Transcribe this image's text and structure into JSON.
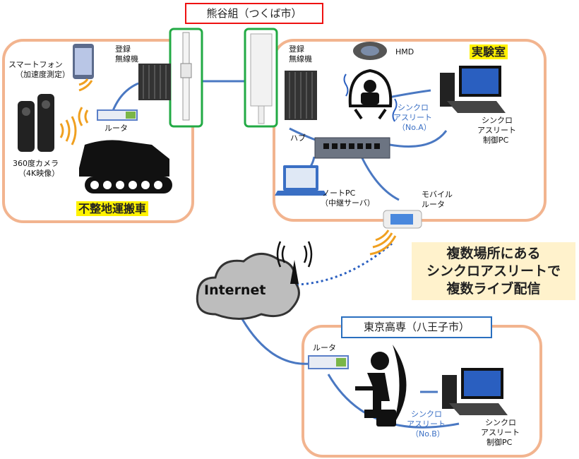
{
  "title": "熊谷組（つくば市）",
  "site_tokyo": "東京高専（八王子市）",
  "left_site": {
    "vehicle_label": "不整地運搬車",
    "smartphone": [
      "スマートフォン",
      "（加速度測定）"
    ],
    "camera": [
      "360度カメラ",
      "（4K映像）"
    ],
    "router": "ルータ",
    "radio": [
      "登録",
      "無線機"
    ]
  },
  "lab": {
    "label": "実験室",
    "radio": [
      "登録",
      "無線機"
    ],
    "hmd": "HMD",
    "athlete_a": [
      "シンクロ",
      "アスリート",
      "（No.A）"
    ],
    "control_pc": [
      "シンクロ",
      "アスリート",
      "制御PC"
    ],
    "hub": "ハブ",
    "note_pc": [
      "ノートPC",
      "（中継サーバ）"
    ],
    "mobile_router": [
      "モバイル",
      "ルータ"
    ]
  },
  "internet": "Internet",
  "callout": [
    "複数場所にある",
    "シンクロアスリートで",
    "複数ライブ配信"
  ],
  "tokyo": {
    "router": "ルータ",
    "athlete_b": [
      "シンクロ",
      "アスリート",
      "（No.B）"
    ],
    "control_pc": [
      "シンクロ",
      "アスリート",
      "制御PC"
    ]
  },
  "colors": {
    "site_border": "#f2b48f",
    "title_border": "#e11111",
    "tokyo_border": "#2a6fbf",
    "antenna_border": "#22aa44",
    "link": "#4a78c2",
    "wifi": "#f0a020",
    "highlight": "#fff200",
    "callout_bg": "#fff2cc"
  }
}
